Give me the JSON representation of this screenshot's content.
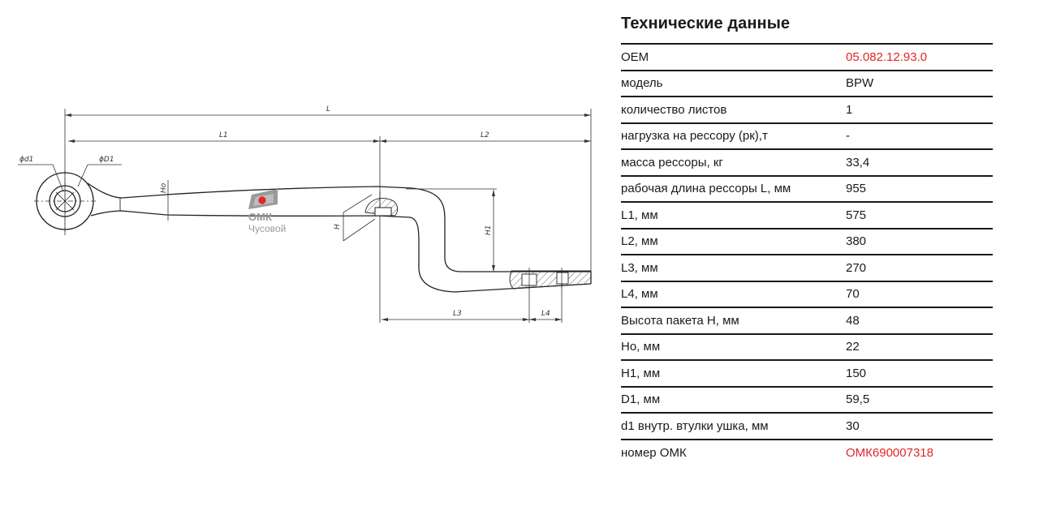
{
  "drawing": {
    "dims": {
      "L": "L",
      "L1": "L1",
      "L2": "L2",
      "L3": "L3",
      "L4": "L4",
      "H": "H",
      "Ho": "Ho",
      "H1": "H1",
      "d1": "ϕd1",
      "D1": "ϕD1"
    },
    "logo": {
      "name": "ОМК",
      "city": "Чусовой",
      "accent": "#e32626",
      "mark": "gray"
    }
  },
  "spec": {
    "title": "Технические данные",
    "rows": [
      {
        "label": "OEM",
        "value": "05.082.12.93.0",
        "accent": true
      },
      {
        "label": "модель",
        "value": "BPW"
      },
      {
        "label": "количество листов",
        "value": "1"
      },
      {
        "label": "нагрузка на рессору (рк),т",
        "value": "-"
      },
      {
        "label": "масса рессоры, кг",
        "value": "33,4"
      },
      {
        "label": "рабочая длина рессоры L, мм",
        "value": "955"
      },
      {
        "label": "L1, мм",
        "value": "575"
      },
      {
        "label": "L2, мм",
        "value": "380"
      },
      {
        "label": "L3, мм",
        "value": "270"
      },
      {
        "label": "L4, мм",
        "value": "70"
      },
      {
        "label": "Высота пакета H, мм",
        "value": "48"
      },
      {
        "label": "Ho, мм",
        "value": "22"
      },
      {
        "label": "H1, мм",
        "value": "150"
      },
      {
        "label": "D1, мм",
        "value": "59,5"
      },
      {
        "label": "d1 внутр. втулки ушка, мм",
        "value": "30"
      },
      {
        "label": "номер ОМК",
        "value": "ОМК690007318",
        "accent": true
      }
    ],
    "accent_color": "#e32626"
  }
}
